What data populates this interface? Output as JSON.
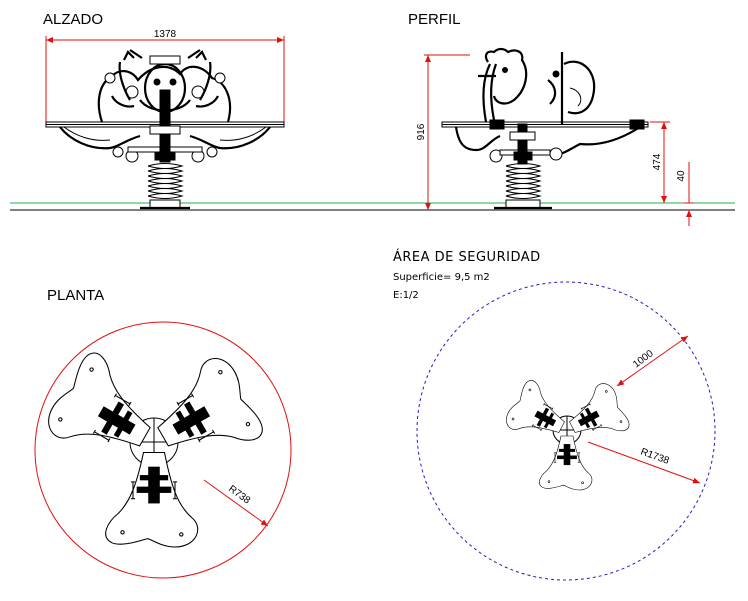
{
  "labels": {
    "alzado": "ALZADO",
    "perfil": "PERFIL",
    "planta": "PLANTA"
  },
  "dimensions": {
    "width_alzado": "1378",
    "height_total": "916",
    "height_seat": "474",
    "ground_offset": "40",
    "radius_planta": "R738",
    "safety_offset": "1000",
    "radius_safety": "R1738"
  },
  "safety_area": {
    "title": "ÁREA DE SEGURIDAD",
    "surface": "Superficie= 9,5 m2",
    "scale": "E:1/2"
  },
  "colors": {
    "dimension_line": "#e01010",
    "ground_line": "#22b14c",
    "safety_circle": "#2020c0",
    "drawing": "#000000"
  }
}
